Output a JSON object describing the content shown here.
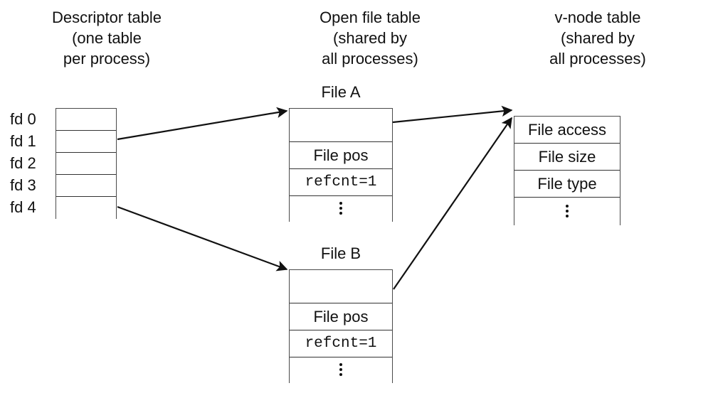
{
  "headings": {
    "descriptor": "Descriptor table\n(one table\nper process)",
    "open_file": "Open file table\n(shared by\nall processes)",
    "vnode": "v-node table\n(shared by\nall processes)"
  },
  "descriptor_table": {
    "name": "Descriptor table",
    "rows": [
      {
        "label": "fd 0",
        "value": ""
      },
      {
        "label": "fd 1",
        "value": ""
      },
      {
        "label": "fd 2",
        "value": ""
      },
      {
        "label": "fd 3",
        "value": ""
      },
      {
        "label": "fd 4",
        "value": ""
      }
    ]
  },
  "open_file_tables": [
    {
      "label": "File A",
      "cells": [
        {
          "text": "",
          "kind": "blank"
        },
        {
          "text": "File pos",
          "kind": "filepos"
        },
        {
          "text": "refcnt=1",
          "kind": "refcnt"
        },
        {
          "text": "",
          "kind": "dots"
        }
      ]
    },
    {
      "label": "File B",
      "cells": [
        {
          "text": "",
          "kind": "blank"
        },
        {
          "text": "File pos",
          "kind": "filepos"
        },
        {
          "text": "refcnt=1",
          "kind": "refcnt"
        },
        {
          "text": "",
          "kind": "dots"
        }
      ]
    }
  ],
  "vnode_table": {
    "label": "v-node table",
    "cells": [
      {
        "text": "File access"
      },
      {
        "text": "File size"
      },
      {
        "text": "File type"
      },
      {
        "text": "",
        "kind": "dots"
      }
    ]
  },
  "arrows": [
    {
      "name": "arrow-fd1-to-file-a",
      "from": "fd 1",
      "to": "File A"
    },
    {
      "name": "arrow-fd4-to-file-b",
      "from": "fd 4",
      "to": "File B"
    },
    {
      "name": "arrow-file-a-to-vnode",
      "from": "File A",
      "to": "v-node"
    },
    {
      "name": "arrow-file-b-to-vnode",
      "from": "File B",
      "to": "v-node"
    }
  ],
  "colors": {
    "background": "#ffffff",
    "text": "#111111",
    "border": "#4a4a4a",
    "arrow": "#111111"
  }
}
